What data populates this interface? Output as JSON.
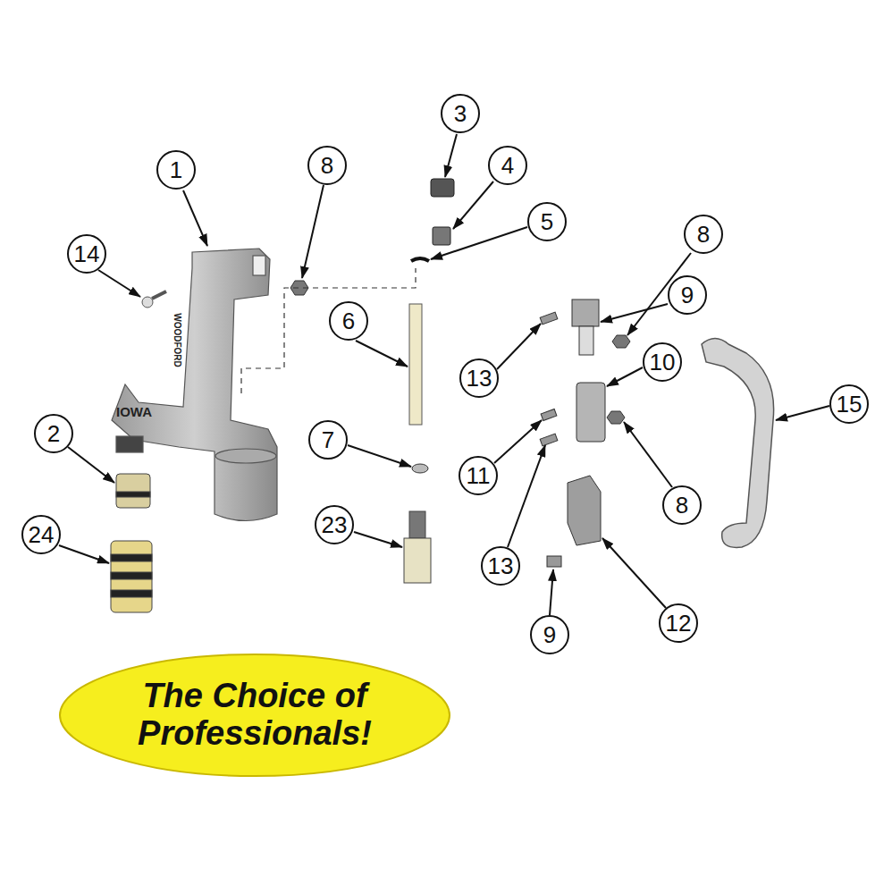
{
  "diagram": {
    "nodes": [
      {
        "text": [
          "1"
        ]
      },
      {
        "text": [
          "3"
        ]
      },
      {
        "text": [
          "8"
        ]
      },
      {
        "text": [
          "4"
        ]
      },
      {
        "text": [
          "14"
        ]
      },
      {
        "text": [
          "5"
        ]
      },
      {
        "text": [
          "8"
        ]
      },
      {
        "text": [
          "6"
        ]
      },
      {
        "text": [
          "9"
        ]
      },
      {
        "text": [
          "13"
        ]
      },
      {
        "text": [
          "10"
        ]
      },
      {
        "text": [
          "15"
        ]
      },
      {
        "text": [
          "2"
        ]
      },
      {
        "text": [
          "7"
        ]
      },
      {
        "text": [
          "11"
        ]
      },
      {
        "text": [
          "8"
        ]
      },
      {
        "text": [
          "23"
        ]
      },
      {
        "text": [
          "24"
        ]
      },
      {
        "text": [
          "13"
        ]
      },
      {
        "text": [
          "12"
        ]
      },
      {
        "text": [
          "9"
        ]
      },
      {
        "text": [
          "The Choice of Professionals!"
        ]
      }
    ],
    "labels": [
      "IOWA",
      "WOODFORD"
    ]
  }
}
